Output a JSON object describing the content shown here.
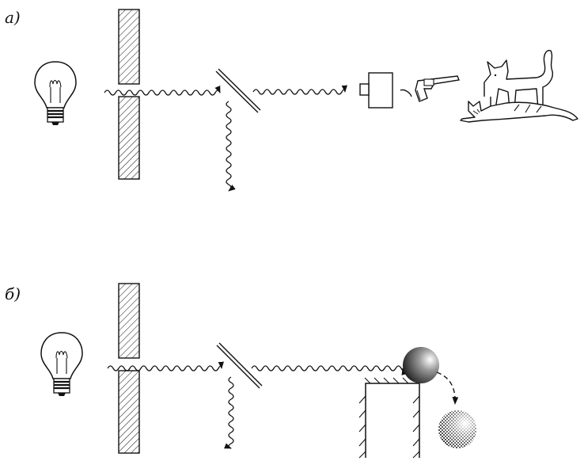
{
  "panels": [
    {
      "label": "а)",
      "outcome": "cat"
    },
    {
      "label": "б)",
      "outcome": "ball"
    }
  ],
  "colors": {
    "ink": "#111111",
    "hatch": "#222222",
    "background": "#ffffff"
  },
  "icons": [
    "light-bulb-icon",
    "brick-wall-icon",
    "half-silvered-mirror-icon",
    "detector-icon",
    "revolver-icon",
    "live-cat-icon",
    "dead-cat-icon",
    "ball-icon",
    "pedestal-icon"
  ]
}
